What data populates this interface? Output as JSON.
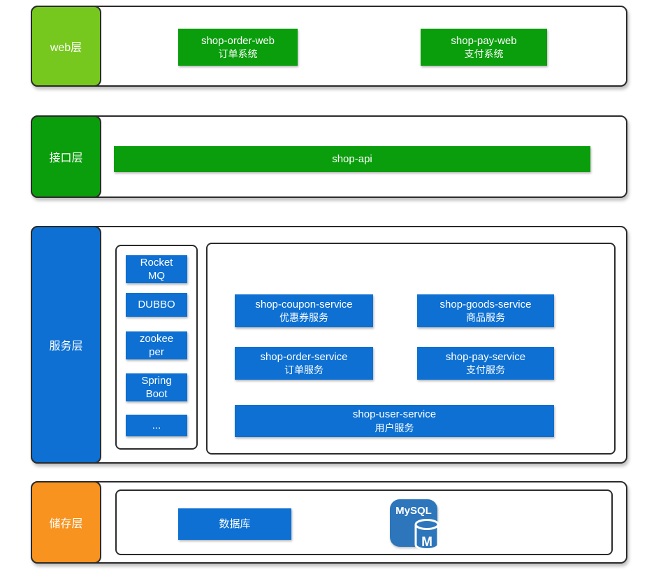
{
  "colors": {
    "light_green": "#76c81e",
    "green": "#0a9e0c",
    "blue": "#0d70d2",
    "orange": "#f7931e",
    "border": "#2b2b2b",
    "mysql_blue": "#2e76bb"
  },
  "layers": {
    "web": {
      "label": "web层",
      "nodes": [
        {
          "line1": "shop-order-web",
          "line2": "订单系统"
        },
        {
          "line1": "shop-pay-web",
          "line2": "支付系统"
        }
      ]
    },
    "api": {
      "label": "接口层",
      "bar_label": "shop-api"
    },
    "service": {
      "label": "服务层",
      "middleware": [
        {
          "line1": "Rocket",
          "line2": "MQ"
        },
        {
          "line1": "DUBBO",
          "line2": ""
        },
        {
          "line1": "zookee",
          "line2": "per"
        },
        {
          "line1": "Spring",
          "line2": "Boot"
        },
        {
          "line1": "...",
          "line2": ""
        }
      ],
      "services": [
        {
          "line1": "shop-coupon-service",
          "line2": "优惠券服务"
        },
        {
          "line1": "shop-goods-service",
          "line2": "商品服务"
        },
        {
          "line1": "shop-order-service",
          "line2": "订单服务"
        },
        {
          "line1": "shop-pay-service",
          "line2": "支付服务"
        },
        {
          "line1": "shop-user-service",
          "line2": "用户服务"
        }
      ]
    },
    "storage": {
      "label": "储存层",
      "database_label": "数据库",
      "mysql": {
        "title": "MySQL",
        "letter": "M"
      }
    }
  }
}
